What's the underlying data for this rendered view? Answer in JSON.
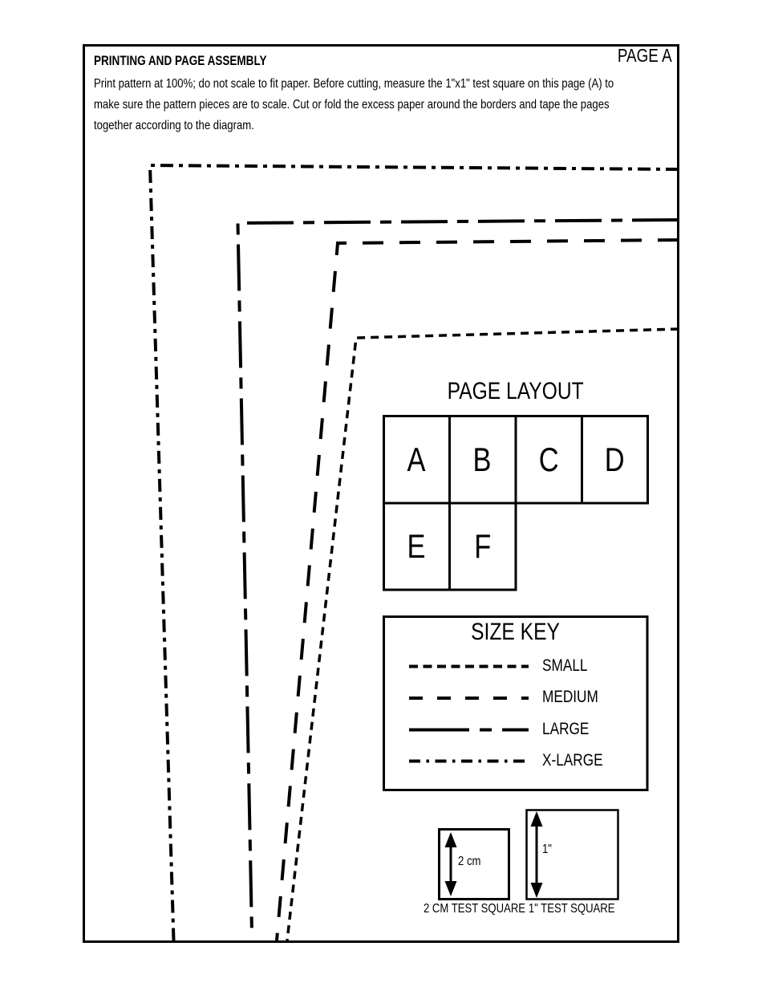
{
  "page": {
    "label": "PAGE A",
    "heading": "PRINTING AND PAGE ASSEMBLY",
    "intro_lines": [
      "Print pattern at 100%; do not scale to fit paper. Before cutting, measure the 1\"x1\" test square on this page (A) to",
      "make sure the pattern pieces are to scale. Cut or fold the excess paper around the borders and tape the pages",
      "together according to the diagram."
    ]
  },
  "page_layout": {
    "title": "PAGE LAYOUT",
    "cells": [
      "A",
      "B",
      "C",
      "D",
      "E",
      "F"
    ]
  },
  "size_key": {
    "title": "SIZE KEY",
    "entries": [
      {
        "label": "SMALL",
        "line_style": "short-dash"
      },
      {
        "label": "MEDIUM",
        "line_style": "medium-dash"
      },
      {
        "label": "LARGE",
        "line_style": "long-dash-short-dash"
      },
      {
        "label": "X-LARGE",
        "line_style": "dash-dot"
      }
    ]
  },
  "test_squares": [
    {
      "dimension": "2 cm",
      "caption": "2 CM TEST SQUARE"
    },
    {
      "dimension": "1\"",
      "caption": "1\" TEST SQUARE"
    }
  ],
  "colors": {
    "ink": "#000000",
    "paper": "#ffffff"
  }
}
